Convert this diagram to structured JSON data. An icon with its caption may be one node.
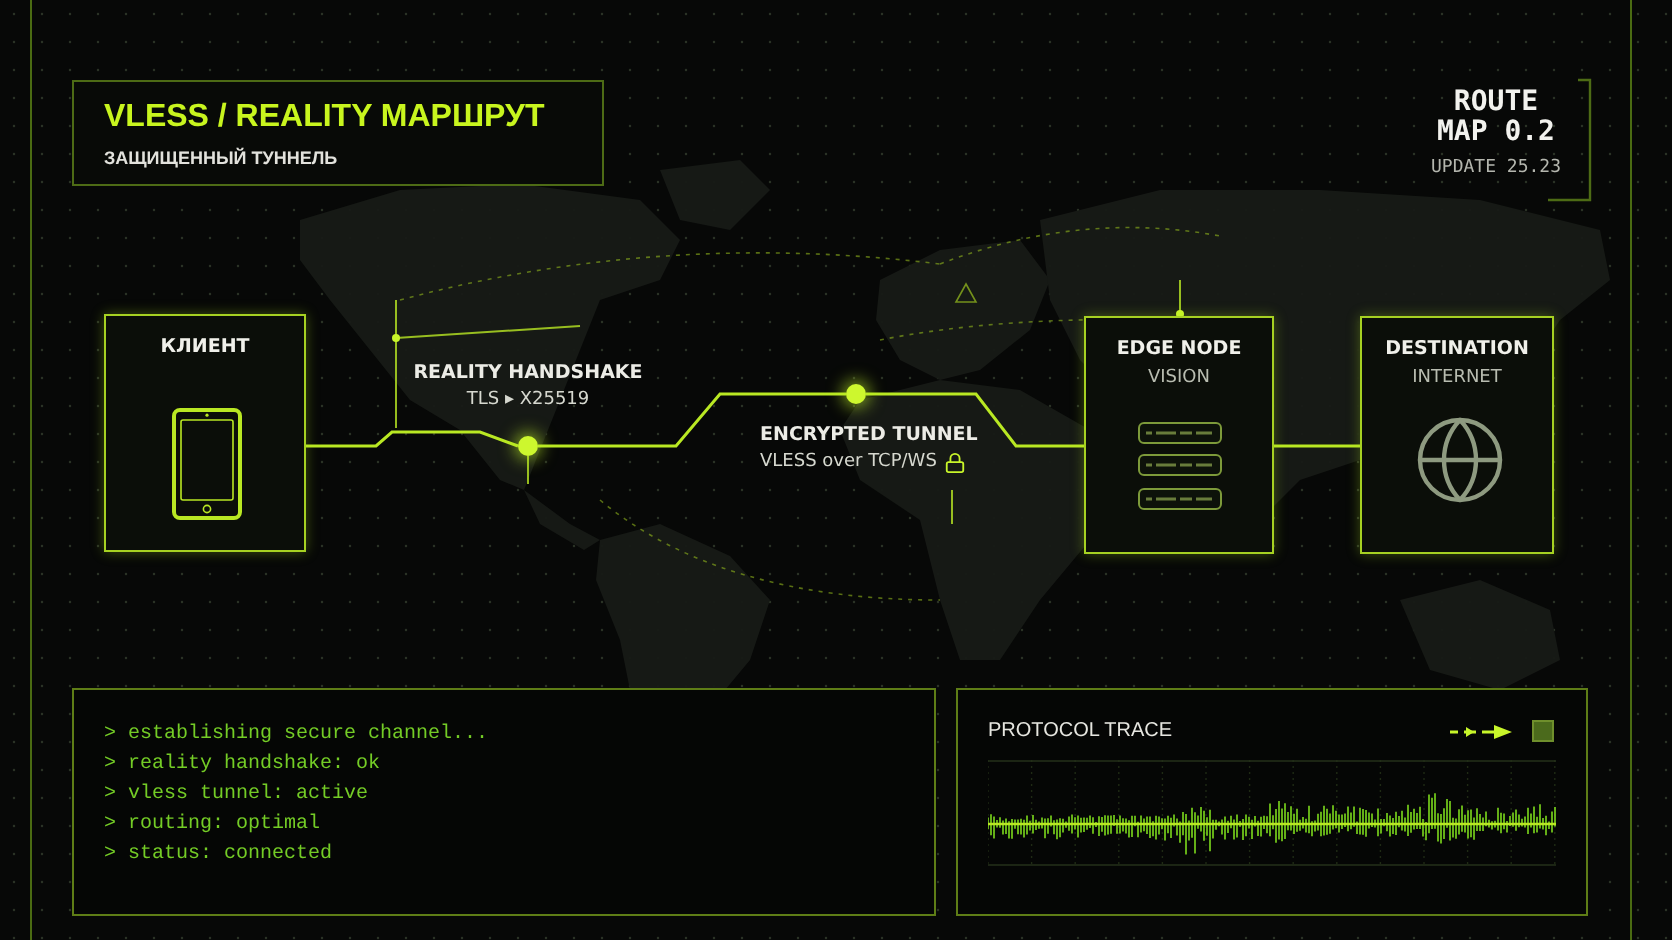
{
  "diagram": {
    "title": "VLESS / REALITY МАРШРУТ",
    "nodes": [
      {
        "text": [
          "КЛИЕНТ"
        ]
      },
      {
        "text": [],
        "shape": "circle",
        "beside": [
          "REALITY HANDSHAKE",
          "TLS ▸ X25519"
        ]
      },
      {
        "text": [],
        "shape": "circle",
        "beside": [
          "ENCRYPTED TUNNEL",
          "VLESS over TCP/WS"
        ]
      },
      {
        "text": [
          "EDGE NODE",
          "VISION"
        ]
      },
      {
        "text": [
          "DESTINATION",
          "INTERNET"
        ]
      },
      {
        "text": [
          "> establishing secure channel...",
          "> reality handshake: ok",
          "> vless tunnel: active",
          "> routing: optimal",
          "> status: connected"
        ]
      },
      {
        "text": [
          "PROTOCOL TRACE"
        ]
      }
    ],
    "edges": [
      {
        "from": 0,
        "to": 1,
        "arrow": "none"
      },
      {
        "from": 1,
        "to": 2,
        "arrow": "none"
      },
      {
        "from": 2,
        "to": 3,
        "arrow": "none"
      },
      {
        "from": 3,
        "to": 4,
        "arrow": "none"
      }
    ],
    "labels": [
      "ЗАЩИЩЕННЫЙ ТУННЕЛЬ",
      "ROUTE MAP 0.2",
      "UPDATE 25.23"
    ]
  }
}
